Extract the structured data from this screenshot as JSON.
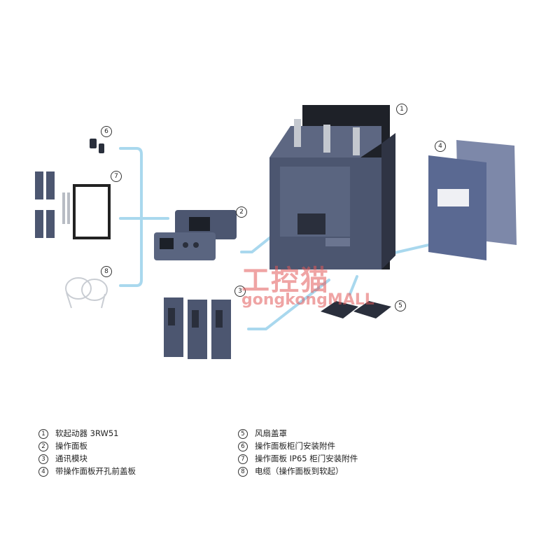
{
  "callouts": [
    "1",
    "2",
    "3",
    "4",
    "5",
    "6",
    "7",
    "8"
  ],
  "watermark": {
    "text_cn": "工控猫",
    "text_en": "gongkongMALL"
  },
  "legend": {
    "left": [
      {
        "num": "1",
        "label": "软起动器 3RW51"
      },
      {
        "num": "2",
        "label": "操作面板"
      },
      {
        "num": "3",
        "label": "通讯模块"
      },
      {
        "num": "4",
        "label": "带操作面板开孔前盖板"
      }
    ],
    "right": [
      {
        "num": "5",
        "label": "风扇盖罩"
      },
      {
        "num": "6",
        "label": "操作面板柜门安装附件"
      },
      {
        "num": "7",
        "label": "操作面板 IP65 柜门安装附件"
      },
      {
        "num": "8",
        "label": "电缆（操作面板到软起）"
      }
    ]
  },
  "colors": {
    "device": "#4c5670",
    "device_dark": "#2a2f3c",
    "connector": "#a9d8ee",
    "watermark": "#e25a5a"
  }
}
